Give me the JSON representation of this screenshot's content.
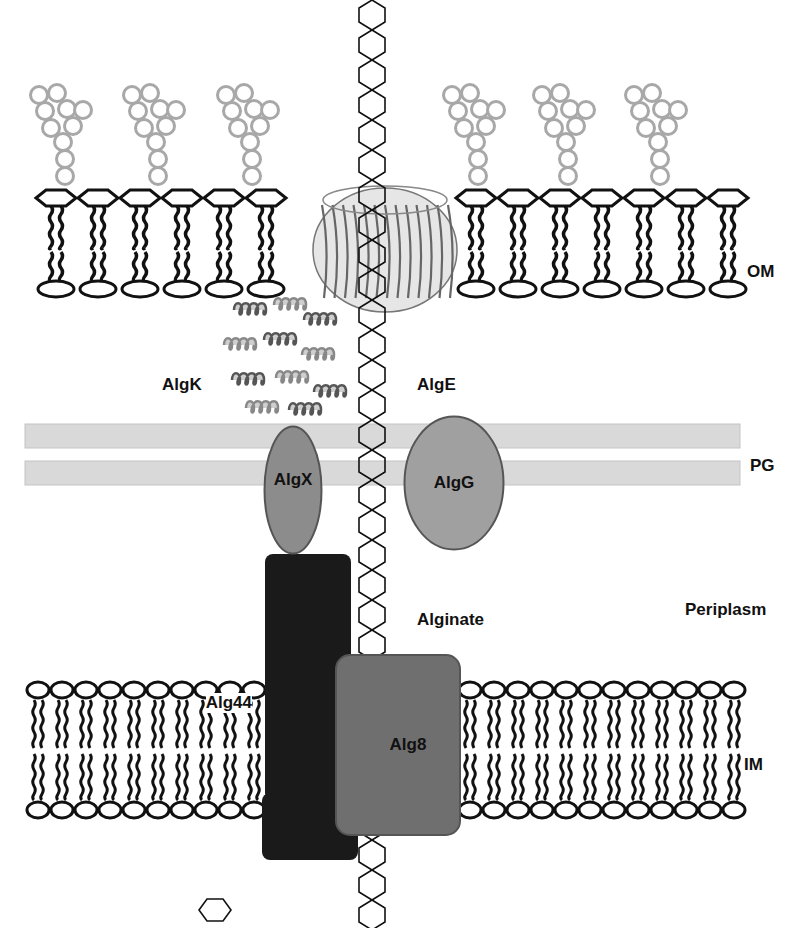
{
  "diagram": {
    "nodes": [
      {
        "text": [
          "AlgX"
        ]
      },
      {
        "text": [
          "AlgG"
        ]
      },
      {
        "text": [
          "Alg44"
        ]
      },
      {
        "text": [
          "Alg8"
        ]
      }
    ],
    "labels": [
      "OM",
      "AlgK",
      "AlgE",
      "PG",
      "Alginate",
      "Periplasm",
      "IM"
    ]
  }
}
